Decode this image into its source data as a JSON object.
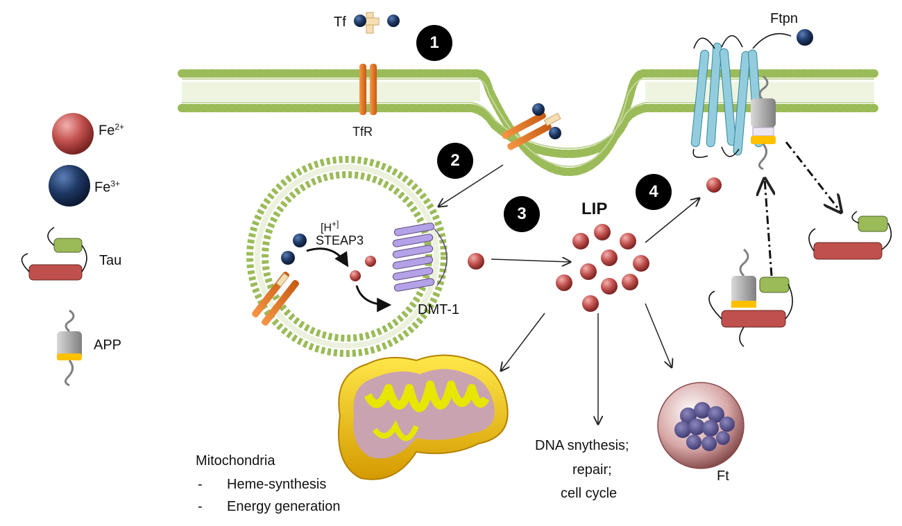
{
  "legend": {
    "fe2_base": "Fe",
    "fe2_charge": "2+",
    "fe3_base": "Fe",
    "fe3_charge": "3+",
    "tau": "Tau",
    "app": "APP"
  },
  "labels": {
    "tf": "Tf",
    "tfr": "TfR",
    "ftpn": "Ftpn",
    "proton_open": "[H",
    "proton_charge": "+]",
    "steap3": "STEAP3",
    "dmt1": "DMT-1",
    "lip": "LIP",
    "ft": "Ft",
    "mito_title": "Mitochondria",
    "mito_items": [
      "Heme-synthesis",
      "Energy generation"
    ],
    "mito_dash": "-",
    "dna_lines": [
      "DNA snythesis;",
      "repair;",
      "cell cycle"
    ]
  },
  "steps": [
    "1",
    "2",
    "3",
    "4"
  ],
  "colors": {
    "fe2": "#c0504d",
    "fe3": "#1f3864",
    "membrane": "#d7e4bd",
    "receptor": "#e36c09",
    "transporter": "#8064a2",
    "ferroportin": "#93cddd",
    "mitochondria": "#f0c800",
    "tau_green": "#9bbb59",
    "tau_red": "#c0504d",
    "app_yellow": "#ffc000"
  }
}
